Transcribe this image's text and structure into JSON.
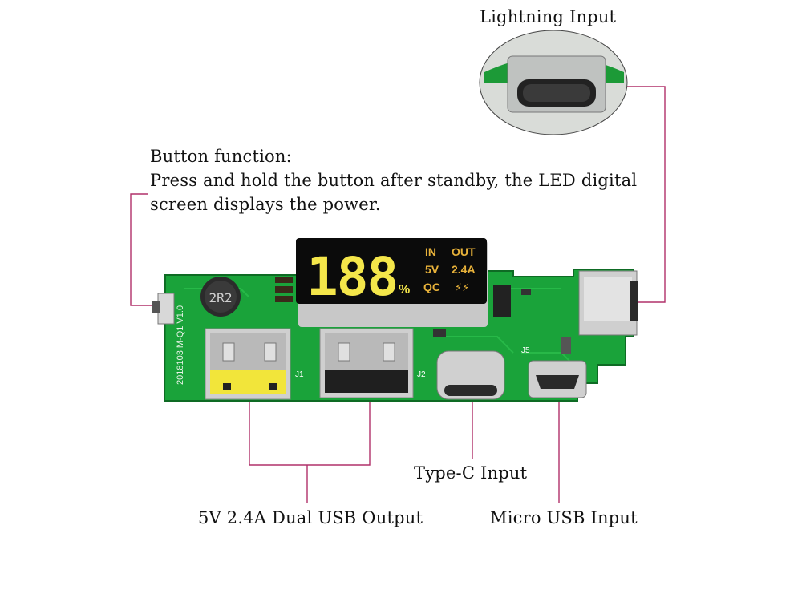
{
  "labels": {
    "lightning": "Lightning Input",
    "button_title": "Button function:",
    "button_line1": "Press and hold the button after standby, the LED digital",
    "button_line2": "screen displays the power.",
    "usb_output": "5V 2.4A Dual USB Output",
    "type_c": "Type-C Input",
    "micro_usb": "Micro USB Input"
  },
  "display": {
    "digits": "188",
    "percent": "%",
    "in": "IN",
    "out": "OUT",
    "voltage": "5V",
    "current": "2.4A",
    "qc": "QC",
    "bolt": "⚡⚡"
  },
  "silkscreen": {
    "inductor": "2R2",
    "j1": "J1",
    "j2": "J2",
    "j5": "J5",
    "vertical": "2018103 M-Q1 V1.0"
  },
  "colors": {
    "pcb": "#1aa33a",
    "callout_line": "#b0306a",
    "display_digit": "#f4e64a"
  }
}
